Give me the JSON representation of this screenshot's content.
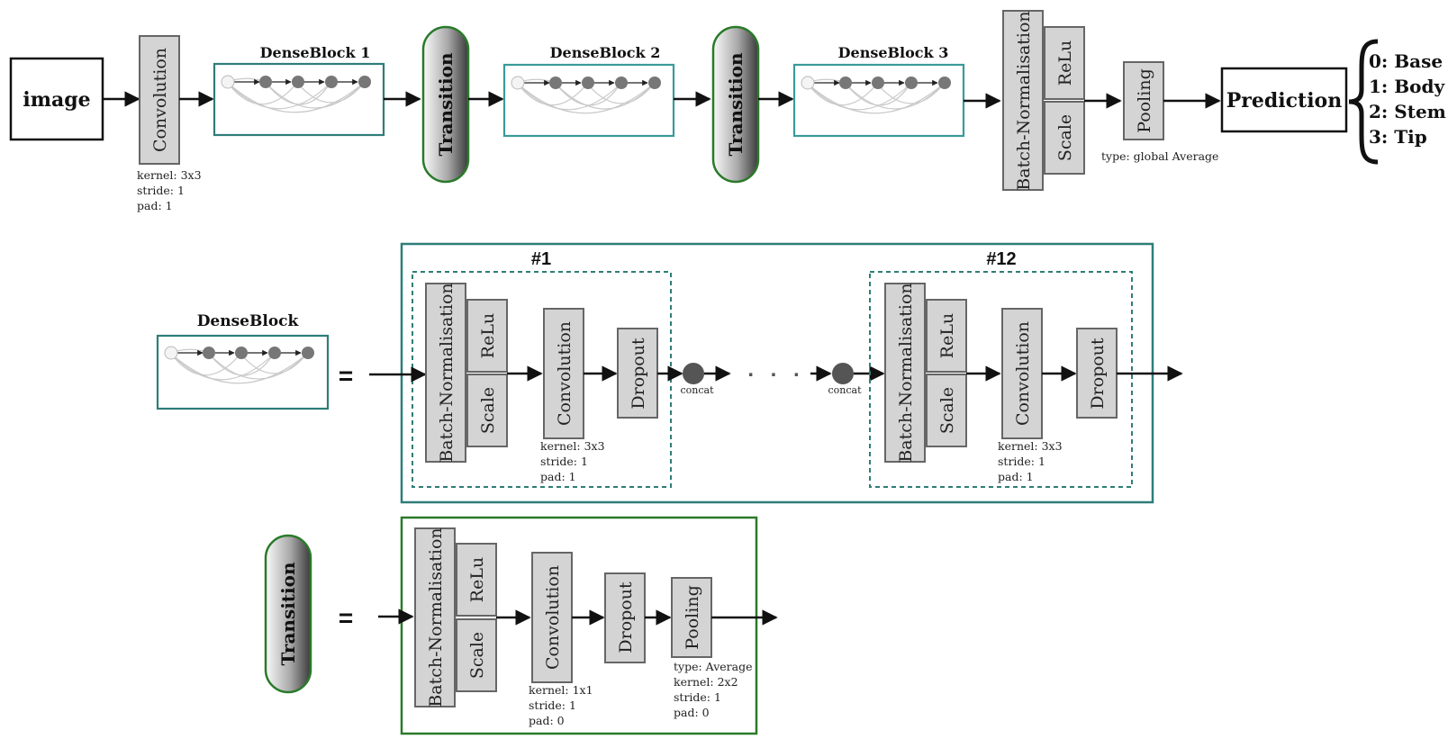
{
  "top_row": {
    "image_label": "image",
    "convolution_label": "Convolution",
    "convolution_params": [
      "kernel: 3x3",
      "stride: 1",
      "pad: 1"
    ],
    "denseblock_titles": [
      "DenseBlock 1",
      "DenseBlock 2",
      "DenseBlock 3"
    ],
    "transition_label": "Transition",
    "batchnorm_label": "Batch-Normalisation",
    "relu_label": "ReLu",
    "scale_label": "Scale",
    "pooling_label": "Pooling",
    "pooling_note": "type: global Average",
    "prediction_label": "Prediction",
    "classes": [
      "0: Base",
      "1: Body",
      "2: Stem",
      "3: Tip"
    ]
  },
  "dense_detail": {
    "denseblock_title": "DenseBlock",
    "equals": "=",
    "layer_titles": [
      "#1",
      "#12"
    ],
    "batchnorm_label": "Batch-Normalisation",
    "relu_label": "ReLu",
    "scale_label": "Scale",
    "convolution_label": "Convolution",
    "dropout_label": "Dropout",
    "conv_params": [
      "kernel: 3x3",
      "stride: 1",
      "pad: 1"
    ],
    "concat_label": "concat",
    "ellipsis": ". . ."
  },
  "transition_detail": {
    "transition_label": "Transition",
    "equals": "=",
    "batchnorm_label": "Batch-Normalisation",
    "relu_label": "ReLu",
    "scale_label": "Scale",
    "convolution_label": "Convolution",
    "dropout_label": "Dropout",
    "pooling_label": "Pooling",
    "conv_params": [
      "kernel: 1x1",
      "stride: 1",
      "pad: 0"
    ],
    "pool_params": [
      "type: Average",
      "kernel: 2x2",
      "stride: 1",
      "pad: 0"
    ]
  },
  "colors": {
    "box_fill": "#d4d4d4",
    "box_stroke": "#666666",
    "teal": "#2e7d78",
    "green": "#2a7a2a",
    "arrow": "#111111",
    "node": "#777777"
  }
}
